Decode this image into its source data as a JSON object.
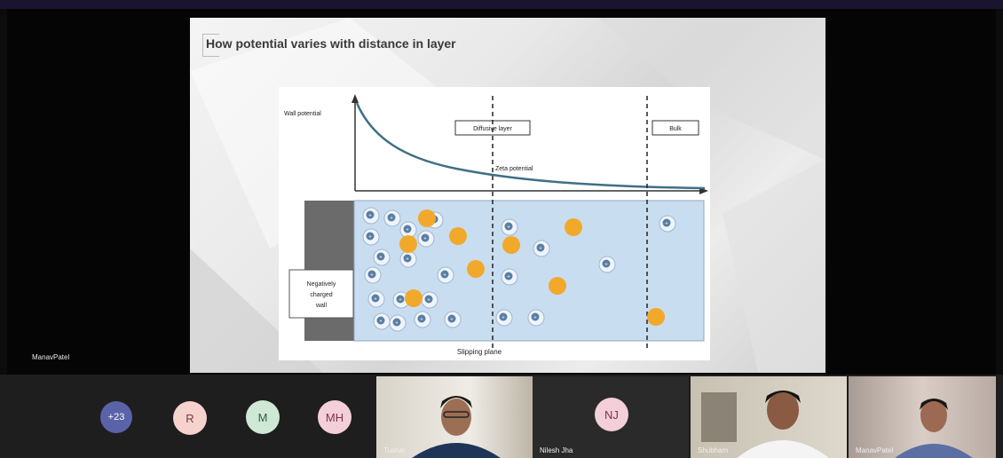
{
  "meeting": {
    "presenter_name": "ManavPatel"
  },
  "slide": {
    "title": "How potential varies with distance in layer",
    "diagram": {
      "y_axis_label": "Wall potential",
      "diffuse_label": "Diffusive layer",
      "bulk_label": "Bulk",
      "zeta_label": "Zeta potential",
      "wall_label_lines": [
        "Negatively",
        "charged",
        "wall"
      ],
      "slipping_plane_label": "Slipping plane",
      "ion_sign": "+"
    }
  },
  "participants": {
    "overflow_count": "+23",
    "avatars": [
      {
        "initials": "R",
        "color": "#f6d2cf",
        "text_color": "#7a3b35"
      },
      {
        "initials": "M",
        "color": "#cfe8d6",
        "text_color": "#2f5d3c"
      },
      {
        "initials": "MH",
        "color": "#f3cfd9",
        "text_color": "#7a3549"
      }
    ],
    "tiles": [
      {
        "name": "Tushar",
        "type": "video"
      },
      {
        "name": "Nilesh Jha",
        "initials": "NJ",
        "type": "avatar",
        "color": "#f3cfd9"
      },
      {
        "name": "Shubham",
        "type": "video"
      },
      {
        "name": "ManavPatel",
        "type": "video"
      }
    ]
  },
  "colors": {
    "overflow_badge": "#5a62a8",
    "curve": "#3f6f86",
    "layer_fill": "#c9ddf0",
    "cation": "#f1a92c"
  }
}
